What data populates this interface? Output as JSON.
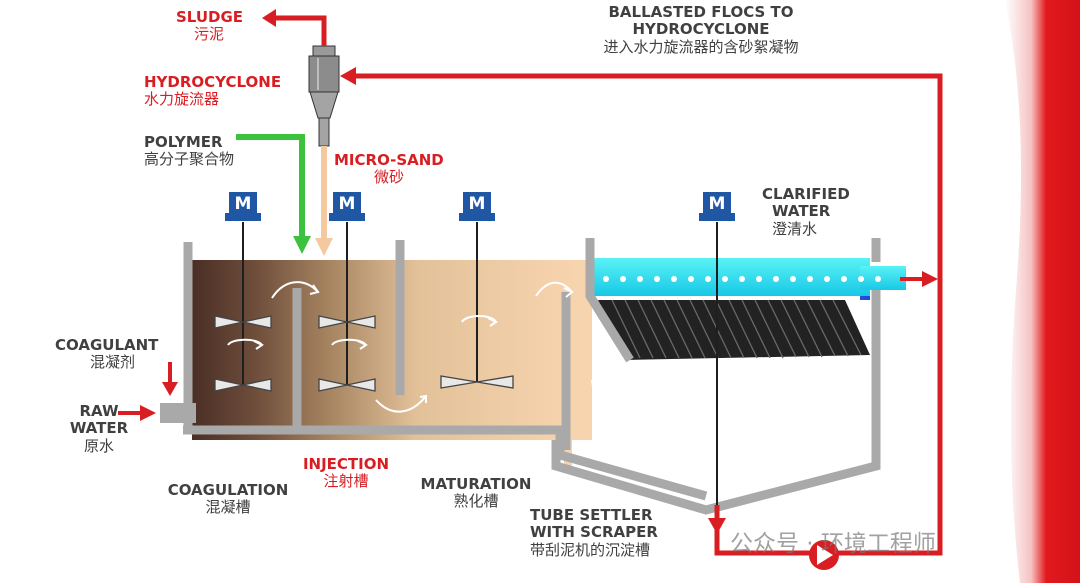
{
  "labels": {
    "sludge": {
      "en": "SLUDGE",
      "zh": "污泥"
    },
    "hydrocyclone": {
      "en": "HYDROCYCLONE",
      "zh": "水力旋流器"
    },
    "polymer": {
      "en": "POLYMER",
      "zh": "高分子聚合物"
    },
    "micro_sand": {
      "en": "MICRO-SAND",
      "zh": "微砂"
    },
    "ballasted": {
      "line1": "BALLASTED FLOCS TO",
      "line2": "HYDROCYCLONE",
      "zh": "进入水力旋流器的含砂絮凝物"
    },
    "clarified": {
      "line1": "CLARIFIED",
      "line2": "WATER",
      "zh": "澄清水"
    },
    "coagulant": {
      "en": "COAGULANT",
      "zh": "混凝剂"
    },
    "raw_water": {
      "line1": "RAW",
      "line2": "WATER",
      "zh": "原水"
    },
    "coagulation": {
      "en": "COAGULATION",
      "zh": "混凝槽"
    },
    "injection": {
      "en": "INJECTION",
      "zh": "注射槽"
    },
    "maturation": {
      "en": "MATURATION",
      "zh": "熟化槽"
    },
    "tube_settler": {
      "line1": "TUBE SETTLER",
      "line2": "WITH SCRAPER",
      "zh": "带刮泥机的沉淀槽"
    }
  },
  "motor_symbol": "M",
  "watermark": "公众号 · 环境工程师",
  "colors": {
    "red": "#d81e22",
    "green": "#3cc23c",
    "sand": "#f5c9a0",
    "wall": "#a9a9a9",
    "motor": "#1f57a5"
  }
}
